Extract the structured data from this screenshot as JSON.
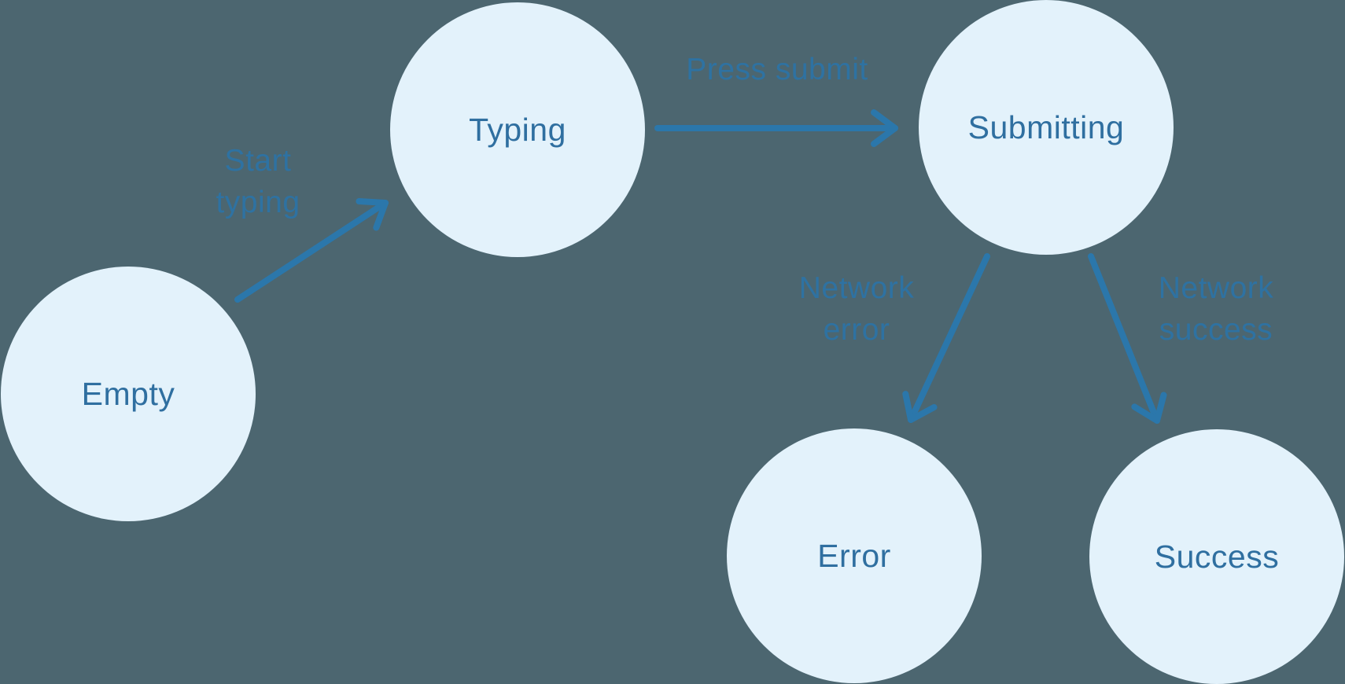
{
  "diagram": {
    "type": "state-machine",
    "background_color": "#4C6670",
    "node_fill_color": "#E3F2FB",
    "node_text_color": "#2F6FA0",
    "edge_color": "#2B77AB",
    "edge_label_color": "#2E72A2",
    "nodes": [
      {
        "id": "empty",
        "label": "Empty"
      },
      {
        "id": "typing",
        "label": "Typing"
      },
      {
        "id": "submitting",
        "label": "Submitting"
      },
      {
        "id": "error",
        "label": "Error"
      },
      {
        "id": "success",
        "label": "Success"
      }
    ],
    "edges": [
      {
        "from": "empty",
        "to": "typing",
        "label": "Start typing",
        "label_lines": [
          "Start",
          "typing"
        ]
      },
      {
        "from": "typing",
        "to": "submitting",
        "label": "Press submit",
        "label_lines": [
          "Press submit"
        ]
      },
      {
        "from": "submitting",
        "to": "error",
        "label": "Network error",
        "label_lines": [
          "Network",
          "error"
        ]
      },
      {
        "from": "submitting",
        "to": "success",
        "label": "Network success",
        "label_lines": [
          "Network",
          "success"
        ]
      }
    ]
  }
}
